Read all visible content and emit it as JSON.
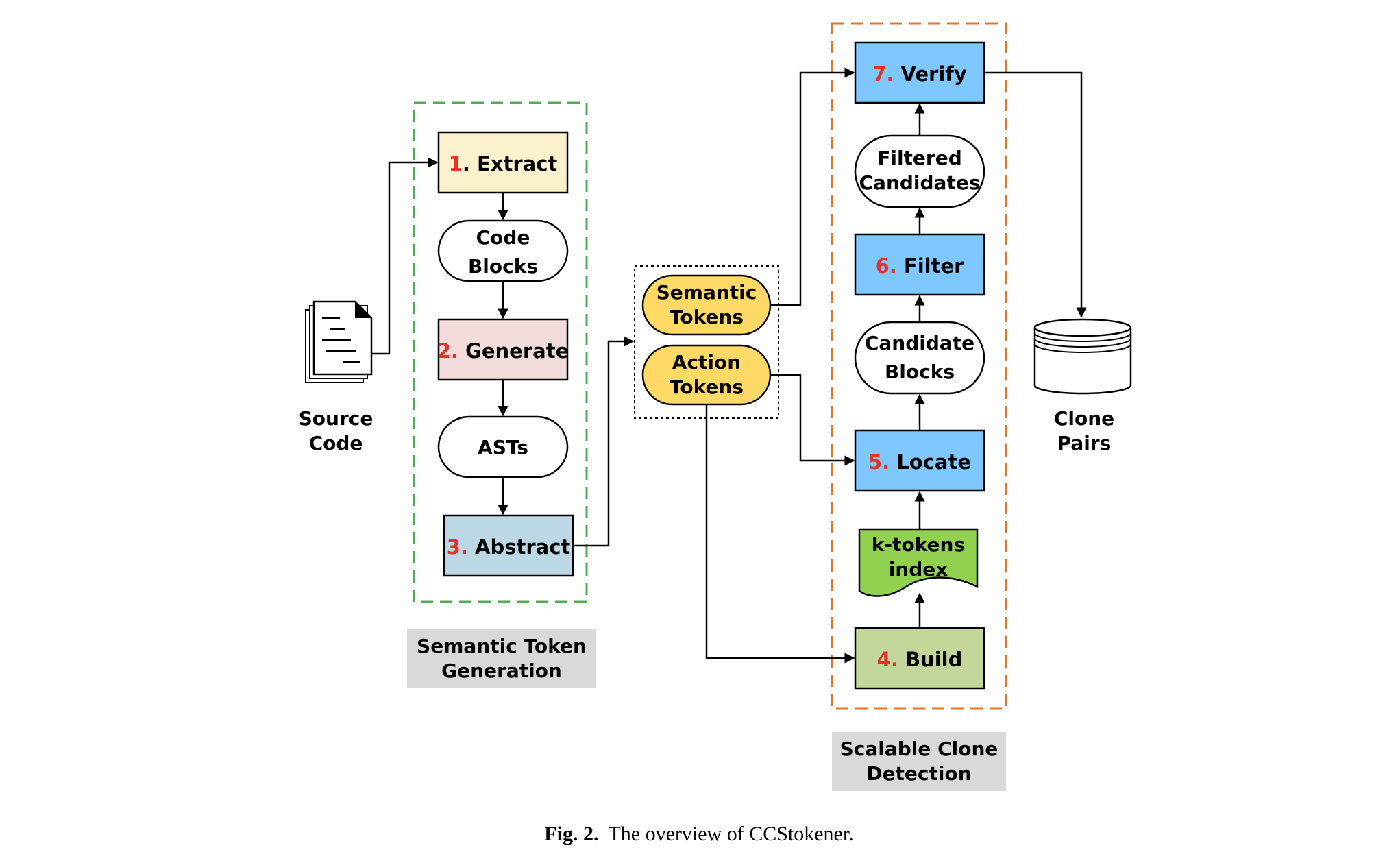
{
  "source_code": {
    "line1": "Source",
    "line2": "Code"
  },
  "stage1": {
    "title_line1": "Semantic Token",
    "title_line2": "Generation",
    "extract": {
      "num": "1",
      "label": ". Extract"
    },
    "code_blocks": {
      "line1": "Code",
      "line2": "Blocks"
    },
    "generate": {
      "num": "2.",
      "label": " Generate"
    },
    "asts": "ASTs",
    "abstract": {
      "num": "3.",
      "label": " Abstract"
    }
  },
  "tokens": {
    "semantic": {
      "line1": "Semantic",
      "line2": "Tokens"
    },
    "action": {
      "line1": "Action",
      "line2": "Tokens"
    }
  },
  "stage2": {
    "title_line1": "Scalable Clone",
    "title_line2": "Detection",
    "build": {
      "num": "4.",
      "label": " Build"
    },
    "k_index": {
      "line1": "k-tokens",
      "line2": "index"
    },
    "locate": {
      "num": "5.",
      "label": " Locate"
    },
    "candidate_blocks": {
      "line1": "Candidate",
      "line2": "Blocks"
    },
    "filter": {
      "num": "6.",
      "label": " Filter"
    },
    "filtered_candidates": {
      "line1": "Filtered",
      "line2": "Candidates"
    },
    "verify": {
      "num": "7.",
      "label": " Verify"
    }
  },
  "clone_pairs": {
    "line1": "Clone",
    "line2": "Pairs"
  },
  "caption": {
    "fig": "Fig. 2.",
    "text": "The overview of CCStokener."
  },
  "colors": {
    "extract": "#fbf1cc",
    "generate": "#f2dcdb",
    "abstract": "#bcd8e4",
    "token_pill": "#ffd966",
    "blue_box": "#7fc7ff",
    "build": "#c4d79b",
    "k_index": "#92d050",
    "green_dash": "#4caf50",
    "orange_dash": "#e2762d",
    "label_bg": "#d9d9d9",
    "step_number": "#e8302a"
  }
}
